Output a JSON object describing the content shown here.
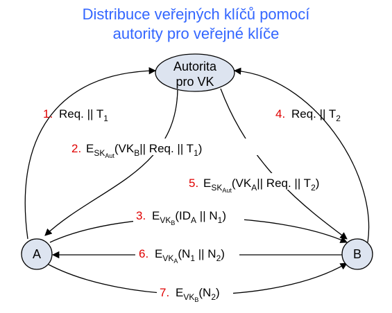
{
  "title": {
    "line1": "Distribuce veřejných klíčů pomocí",
    "line2": "autority pro veřejné klíče"
  },
  "nodes": {
    "authority": {
      "line1": "Autorita",
      "line2": "pro VK"
    },
    "a": "A",
    "b": "B"
  },
  "messages": [
    {
      "num": "1.",
      "label": "Req. || T1"
    },
    {
      "num": "2.",
      "label": "ESKAut(VKB|| Req. || T1)"
    },
    {
      "num": "3.",
      "label": "EVKB(IDA || N1)"
    },
    {
      "num": "4.",
      "label": "Req. || T2"
    },
    {
      "num": "5.",
      "label": "ESKAut(VKA|| Req. || T2)"
    },
    {
      "num": "6.",
      "label": "EVKA(N1 || N2)"
    },
    {
      "num": "7.",
      "label": "EVKB(N2)"
    }
  ],
  "colors": {
    "title": "#3366ff",
    "step_number": "#e00000",
    "node_fill": "#dde4f0",
    "line": "#000000"
  }
}
